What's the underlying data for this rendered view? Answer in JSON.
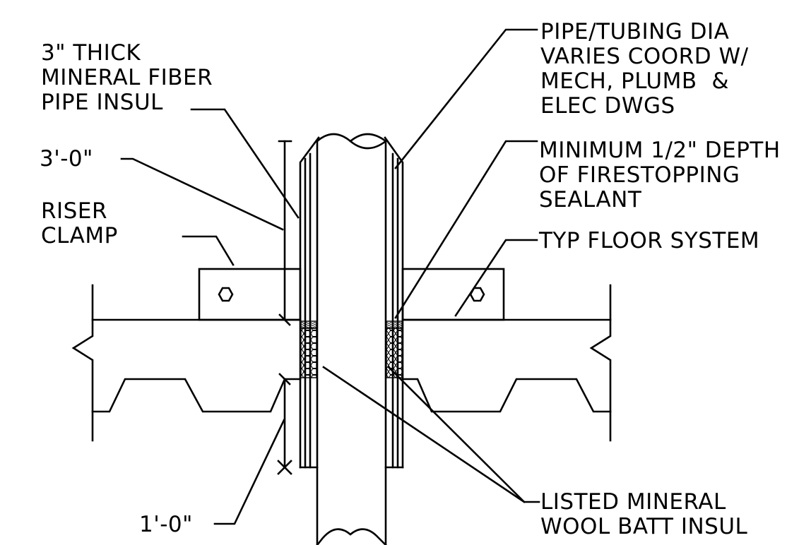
{
  "labels": {
    "insulation": "3\" THICK\nMINERAL FIBER\nPIPE INSUL",
    "upper_length": "3'-0\"",
    "clamp": "RISER\nCLAMP",
    "pipe": "PIPE/TUBING DIA\nVARIES COORD W/\nMECH, PLUMB  &\nELEC DWGS",
    "sealant": "MINIMUM 1/2\" DEPTH\nOF FIRESTOPPING\nSEALANT",
    "floor": "TYP FLOOR SYSTEM",
    "lower_length": "1'-0\"",
    "batt": "LISTED MINERAL\nWOOL BATT INSUL"
  }
}
